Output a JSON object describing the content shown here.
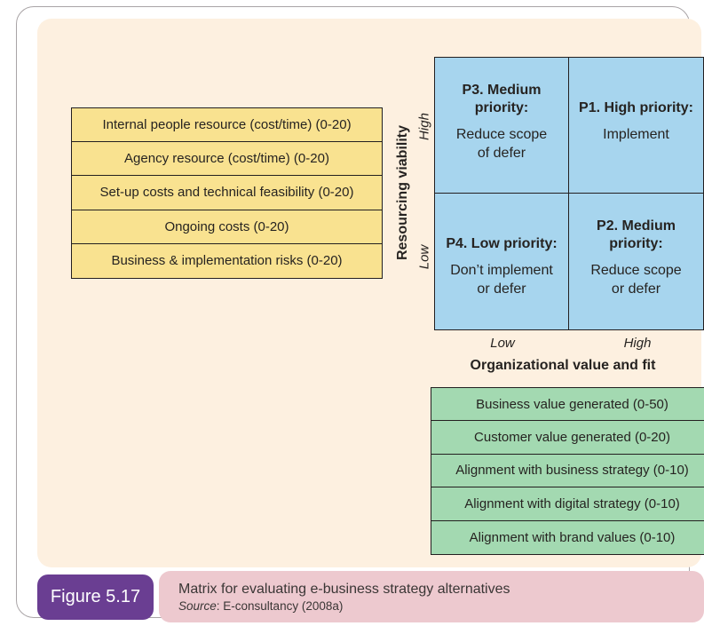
{
  "figure": {
    "badge": "Figure 5.17",
    "title": "Matrix for evaluating e-business strategy alternatives",
    "source_label": "Source",
    "source_suffix": ": E-consultancy (2008a)"
  },
  "resourcing_criteria": {
    "items": [
      "Internal people resource (cost/time) (0-20)",
      "Agency resource (cost/time) (0-20)",
      "Set-up costs and technical feasibility (0-20)",
      "Ongoing costs (0-20)",
      "Business & implementation risks (0-20)"
    ]
  },
  "value_criteria": {
    "items": [
      "Business value generated (0-50)",
      "Customer value generated (0-20)",
      "Alignment with business strategy (0-10)",
      "Alignment with digital strategy (0-10)",
      "Alignment with brand values (0-10)"
    ]
  },
  "matrix": {
    "y_axis": {
      "label": "Resourcing viability",
      "high": "High",
      "low": "Low"
    },
    "x_axis": {
      "label": "Organizational value and fit",
      "low": "Low",
      "high": "High"
    },
    "quadrants": [
      {
        "id": "P3",
        "heading": "P3. Medium priority:",
        "body": "Reduce scope of defer"
      },
      {
        "id": "P1",
        "heading": "P1. High priority:",
        "body": "Implement"
      },
      {
        "id": "P4",
        "heading": "P4. Low priority:",
        "body": "Don’t implement or defer"
      },
      {
        "id": "P2",
        "heading": "P2. Medium priority:",
        "body": "Reduce scope or defer"
      }
    ]
  },
  "colors": {
    "panel_background": "#fdf0e0",
    "yellow_box": "#f9e290",
    "blue_matrix": "#a7d5ee",
    "green_box": "#a3d9b1",
    "pink_caption": "#edc9cf",
    "purple_badge": "#6a3e92",
    "border_black": "#231f20",
    "frame_border": "#a9a4a6"
  }
}
